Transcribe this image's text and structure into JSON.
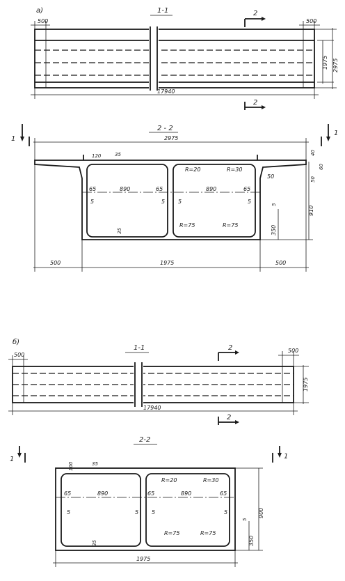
{
  "labels": {
    "part_a": "а)",
    "part_b": "б)",
    "section_1_1": "1-1",
    "section_2_2": "2 - 2",
    "section_2_2_b": "2-2",
    "cut_mark_2": "2",
    "cut_mark_1": "1"
  },
  "part_a": {
    "plan": {
      "left_end": "500",
      "right_end": "500",
      "length": "17940",
      "height_inner": "1975",
      "height_outer": "2975"
    },
    "section": {
      "overall_width": "2975",
      "top_dim_left": "120",
      "top_dim": "35",
      "right_dims": [
        "40",
        "60"
      ],
      "right_small": "50",
      "right_lower": "50",
      "wall_left": "65",
      "cell_left": "890",
      "wall_mid": "65",
      "cell_right": "890",
      "wall_right": "65",
      "corner_r20": "R=20",
      "corner_r30": "R=30",
      "corner_r75_a": "R=75",
      "corner_r75_b": "R=75",
      "side_5": "5",
      "bottom_35": "35",
      "height_350": "350",
      "height_total": "910",
      "left_overhang": "500",
      "bottom_width": "1975",
      "right_overhang": "500"
    }
  },
  "part_b": {
    "plan": {
      "left_end": "500",
      "right_end": "500",
      "length": "17940",
      "height": "1975"
    },
    "section": {
      "top_100": "100",
      "top_35": "35",
      "wall_left": "65",
      "cell_left": "890",
      "wall_mid": "65",
      "cell_right": "890",
      "wall_right": "65",
      "corner_r20": "R=20",
      "corner_r30": "R=30",
      "corner_r75_a": "R=75",
      "corner_r75_b": "R=75",
      "side_5": "5",
      "bottom_35": "35",
      "height_350": "350",
      "height_total": "900",
      "bottom_width": "1975"
    }
  }
}
